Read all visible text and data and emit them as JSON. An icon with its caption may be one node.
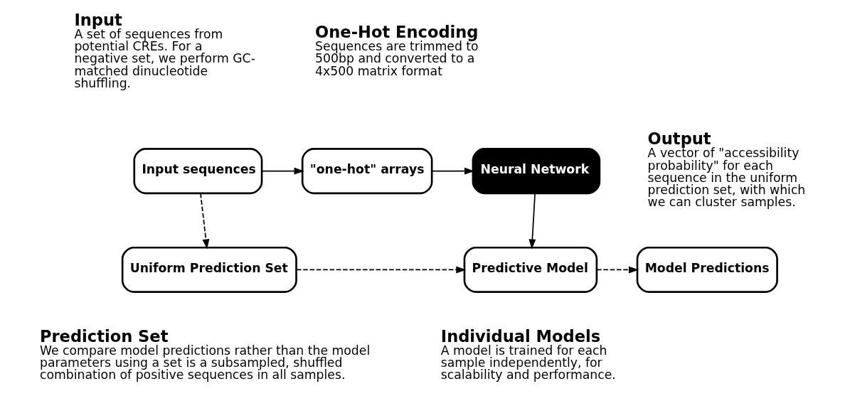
{
  "diagram": {
    "nodes": [
      {
        "text": [
          "Input sequences"
        ]
      },
      {
        "text": [
          "\"one-hot\" arrays"
        ]
      },
      {
        "text": [
          "Neural Network"
        ]
      },
      {
        "text": [
          "Uniform Prediction Set"
        ]
      },
      {
        "text": [
          "Predictive Model"
        ]
      },
      {
        "text": [
          "Model Predictions"
        ]
      }
    ],
    "edges": [
      {
        "from": 0,
        "to": 1,
        "arrow": "to"
      },
      {
        "from": 1,
        "to": 2,
        "arrow": "to"
      },
      {
        "from": 0,
        "to": 3,
        "arrow": "to",
        "style": "dashed"
      },
      {
        "from": 2,
        "to": 4,
        "arrow": "to"
      },
      {
        "from": 3,
        "to": 4,
        "arrow": "to",
        "style": "dashed"
      },
      {
        "from": 4,
        "to": 5,
        "arrow": "to",
        "style": "dashed"
      }
    ],
    "labels": [
      "Input",
      "A set of sequences from potential CREs. For a negative set, we perform GC-matched dinucleotide shuffling.",
      "One-Hot Encoding",
      "Sequences are trimmed to 500bp and converted to a 4x500 matrix format",
      "Output",
      "A vector of \"accessibility probability\" for each sequence in the uniform prediction set, with which we can cluster samples.",
      "Prediction Set",
      "We compare model predictions rather than the model parameters using a set is a subsampled, shuffled combination of positive sequences in all samples.",
      "Individual Models",
      "A model is trained for each sample independently, for scalability and performance."
    ]
  }
}
